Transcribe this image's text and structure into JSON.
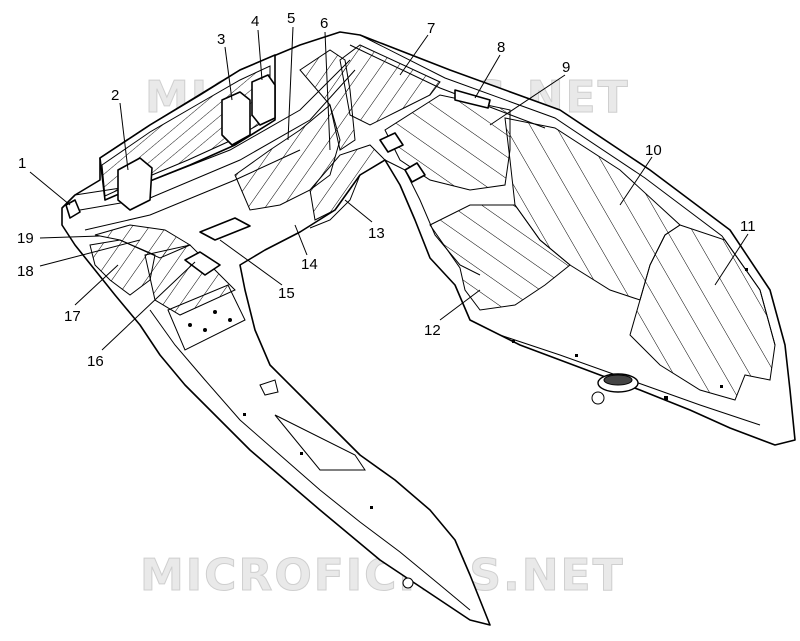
{
  "watermarks": {
    "top": "MICROFICHES.NET",
    "bottom": "MICROFICHES.NET"
  },
  "callouts": [
    {
      "id": "1",
      "text": "1"
    },
    {
      "id": "2",
      "text": "2"
    },
    {
      "id": "3",
      "text": "3"
    },
    {
      "id": "4",
      "text": "4"
    },
    {
      "id": "5",
      "text": "5"
    },
    {
      "id": "6",
      "text": "6"
    },
    {
      "id": "7",
      "text": "7"
    },
    {
      "id": "8",
      "text": "8"
    },
    {
      "id": "9",
      "text": "9"
    },
    {
      "id": "10",
      "text": "10"
    },
    {
      "id": "11",
      "text": "11"
    },
    {
      "id": "12",
      "text": "12"
    },
    {
      "id": "13",
      "text": "13"
    },
    {
      "id": "14",
      "text": "14"
    },
    {
      "id": "15",
      "text": "15"
    },
    {
      "id": "16",
      "text": "16"
    },
    {
      "id": "17",
      "text": "17"
    },
    {
      "id": "18",
      "text": "18"
    },
    {
      "id": "19",
      "text": "19"
    }
  ]
}
